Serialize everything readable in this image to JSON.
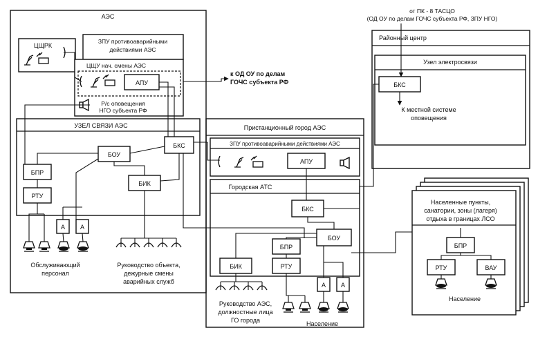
{
  "aes": {
    "title": "АЭС",
    "cshrk": "ЦЩРК",
    "zpu_line1": "ЗПУ противоаварийными",
    "zpu_line2": "действиями АЭС",
    "cshu": "ЦЩУ нач. смены АЭС",
    "apu": "АПУ",
    "rs_line1": "Р/с оповещения",
    "rs_line2": "НГО субъекта РФ"
  },
  "uzel": {
    "title": "УЗЕЛ  СВЯЗИ АЭС",
    "bks": "БКС",
    "bou": "БОУ",
    "bpr": "БПР",
    "rtu": "РТУ",
    "bik": "БИК",
    "a1": "А",
    "a2": "А",
    "staff_line1": "Обслуживающий",
    "staff_line2": "персонал",
    "mgmt_line1": "Руководство объекта,",
    "mgmt_line2": "дежурные смены",
    "mgmt_line3": "аварийных служб"
  },
  "arrow_center": {
    "line1": "к ОД ОУ по делам",
    "line2": "ГОЧС субъекта РФ"
  },
  "top_right": {
    "line1": "от  ПК - 8 ТАСЦО",
    "line2": "(ОД ОУ по делам ГОЧС субъекта РФ, ЗПУ НГО)"
  },
  "district": {
    "title": "Районный центр",
    "node": "Узел электросвязи",
    "bks": "БКС",
    "local_line1": "К местной системе",
    "local_line2": "оповещения"
  },
  "town": {
    "title": "Пристанционный город АЭС",
    "zpu": "ЗПУ противоаварийными действиями АЭС",
    "apu": "АПУ",
    "ats": "Городская АТС",
    "bks": "БКС",
    "bou": "БОУ",
    "bpr": "БПР",
    "rtu": "РТУ",
    "bik": "БИК",
    "a1": "А",
    "a2": "А",
    "lead_line1": "Руководство АЭС,",
    "lead_line2": "должностные лица",
    "lead_line3": "ГО города",
    "population": "Население"
  },
  "settlements": {
    "line1": "Населенные пункты,",
    "line2": "санатории, зоны (лагеря)",
    "line3": "отдыха в границах ЛСО",
    "bpr": "БПР",
    "rtu": "РТУ",
    "vau": "ВАУ",
    "population": "Население"
  }
}
